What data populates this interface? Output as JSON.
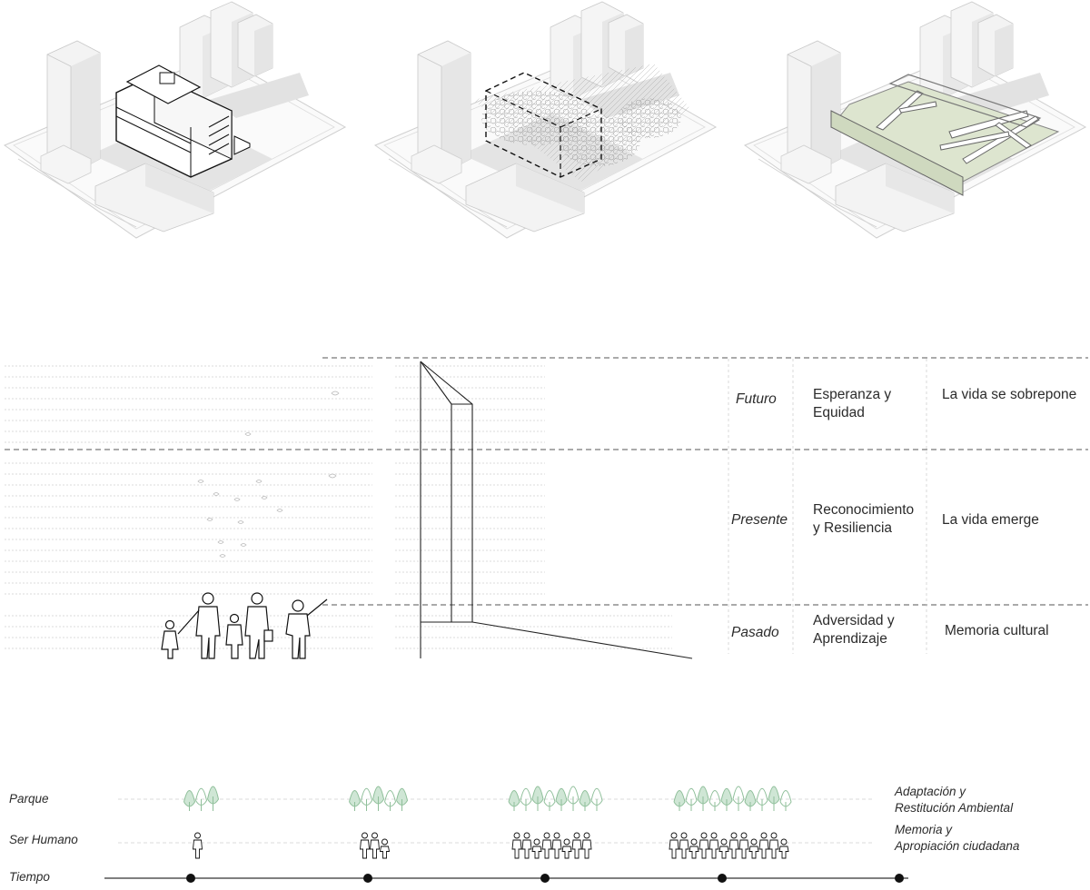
{
  "axonometrics": {
    "panels": [
      {
        "name": "existing-building"
      },
      {
        "name": "vegetation-overgrowth"
      },
      {
        "name": "new-park-intervention"
      }
    ]
  },
  "time_table": {
    "rows": [
      {
        "era": "Futuro",
        "concept": "Esperanza y Equidad",
        "life": "La vida se sobrepone"
      },
      {
        "era": "Presente",
        "concept": "Reconocimiento y Resiliencia",
        "life": "La vida emerge"
      },
      {
        "era": "Pasado",
        "concept": "Adversidad y Aprendizaje",
        "life": "Memoria cultural"
      }
    ],
    "concept_lines": {
      "futuro": [
        "Esperanza y",
        "Equidad"
      ],
      "presente": [
        "Reconocimiento",
        "y Resiliencia"
      ],
      "pasado": [
        "Adversidad y",
        "Aprendizaje"
      ]
    }
  },
  "timeline": {
    "rows": {
      "parque": "Parque",
      "ser_humano": "Ser Humano",
      "tiempo": "Tiempo"
    },
    "captions": {
      "parque": [
        "Adaptación y",
        "Restitución Ambiental"
      ],
      "ser_humano": [
        "Memoria y",
        "Apropiación ciudadana"
      ]
    },
    "stages": 5,
    "plant_counts": [
      3,
      5,
      8,
      10,
      0
    ],
    "people_counts": [
      1,
      3,
      8,
      12,
      0
    ]
  },
  "colors": {
    "line": "#333333",
    "light_line": "#c8c8c8",
    "green": "#8fbf9a",
    "park_fill": "#dde5cf",
    "building": "#f2f2f2",
    "shadow": "#d6d6d6"
  }
}
